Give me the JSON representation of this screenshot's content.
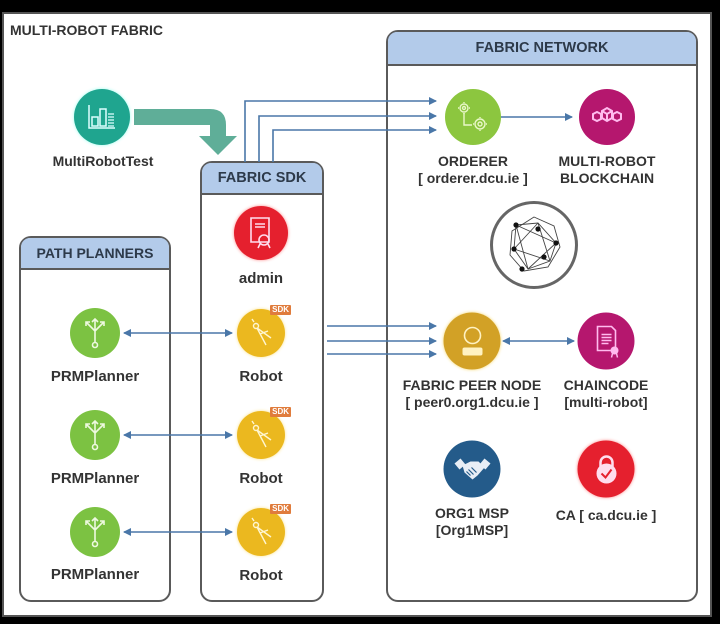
{
  "diagram": {
    "title": "MULTI-ROBOT FABRIC",
    "groups": {
      "fabric_network": {
        "title": "FABRIC NETWORK"
      },
      "fabric_sdk": {
        "title": "FABRIC SDK"
      },
      "path_planners": {
        "title": "PATH PLANNERS"
      }
    },
    "nodes": {
      "multirobottest": {
        "label": "MultiRobotTest",
        "icon": "bar-chart-icon",
        "color": "#1fa58f"
      },
      "orderer": {
        "label": "ORDERER",
        "sublabel": "[ orderer.dcu.ie ]",
        "icon": "gears-workflow-icon",
        "color": "#8cc63f"
      },
      "blockchain": {
        "label": "MULTI-ROBOT",
        "sublabel": "BLOCKCHAIN",
        "icon": "blockchain-icon",
        "color": "#b5176e"
      },
      "hyperledger": {
        "icon": "hyperledger-logo-icon"
      },
      "peer": {
        "label": "FABRIC PEER NODE",
        "sublabel": "[ peer0.org1.dcu.ie ]",
        "icon": "user-icon",
        "color": "#d2a126"
      },
      "chaincode": {
        "label": "CHAINCODE",
        "sublabel": "[multi-robot]",
        "icon": "certificate-document-icon",
        "color": "#b5176e"
      },
      "msp": {
        "label": "ORG1 MSP",
        "sublabel": "[Org1MSP]",
        "icon": "handshake-icon",
        "color": "#245b8a"
      },
      "ca": {
        "label": "CA [ ca.dcu.ie ]",
        "icon": "padlock-check-icon",
        "color": "#e5202e"
      },
      "admin": {
        "label": "admin",
        "icon": "certificate-icon",
        "color": "#e5202e"
      },
      "robots": [
        {
          "label": "Robot",
          "badge": "SDK",
          "icon": "compass-tool-icon",
          "color": "#ebb81f"
        },
        {
          "label": "Robot",
          "badge": "SDK",
          "icon": "compass-tool-icon",
          "color": "#ebb81f"
        },
        {
          "label": "Robot",
          "badge": "SDK",
          "icon": "compass-tool-icon",
          "color": "#ebb81f"
        }
      ],
      "planners": [
        {
          "label": "PRMPlanner",
          "icon": "branching-arrows-icon",
          "color": "#7cc242"
        },
        {
          "label": "PRMPlanner",
          "icon": "branching-arrows-icon",
          "color": "#7cc242"
        },
        {
          "label": "PRMPlanner",
          "icon": "branching-arrows-icon",
          "color": "#7cc242"
        }
      ]
    },
    "edges": [
      {
        "from": "multirobottest",
        "to": "fabric_sdk",
        "style": "thick-teal-arrow"
      },
      {
        "from": "fabric_sdk",
        "to": "orderer",
        "count": 3
      },
      {
        "from": "orderer",
        "to": "blockchain"
      },
      {
        "from": "robots",
        "to": "peer",
        "count": 3
      },
      {
        "from": "peer",
        "to": "chaincode",
        "bidirectional": true
      },
      {
        "from": "planners.0",
        "to": "robots.0",
        "bidirectional": true
      },
      {
        "from": "planners.1",
        "to": "robots.1",
        "bidirectional": true
      },
      {
        "from": "planners.2",
        "to": "robots.2",
        "bidirectional": true
      }
    ],
    "colors": {
      "edge": "#4a77a8",
      "teal_arrow": "#5fae98",
      "header": "#b3cbea",
      "border": "#5a5a5a"
    }
  }
}
